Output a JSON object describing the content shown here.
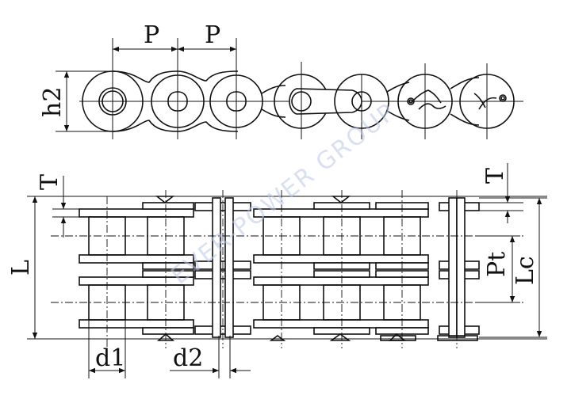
{
  "labels": {
    "pitch": "P",
    "plate_height": "h2",
    "plate_thickness": "T",
    "overall_length": "L",
    "transverse_pitch": "Pt",
    "connecting_pin_length": "Lc",
    "roller_diameter": "d1",
    "pin_diameter": "d2"
  },
  "watermark_text": "EVER-POWER GROUP"
}
